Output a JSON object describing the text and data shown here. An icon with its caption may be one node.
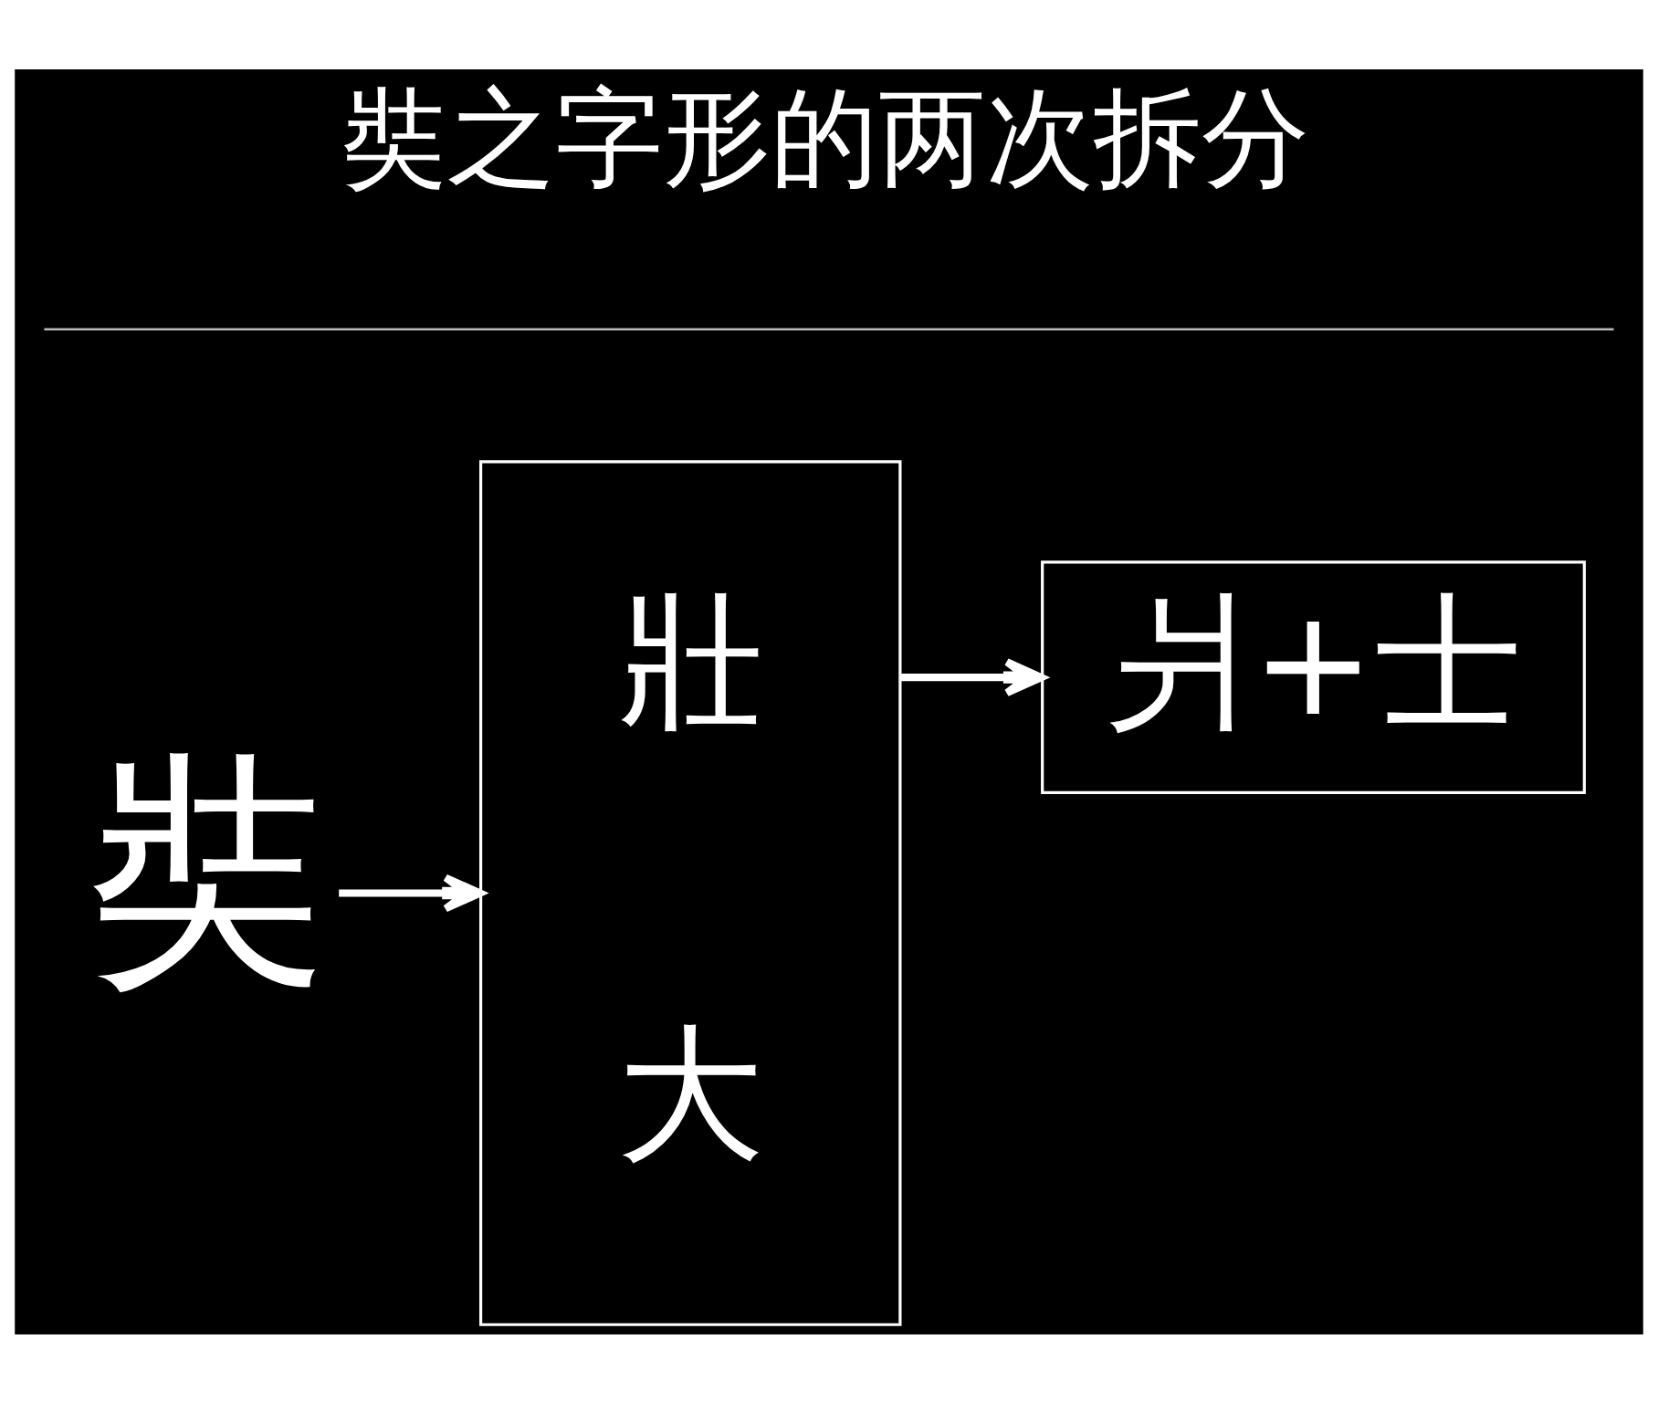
{
  "diagram": {
    "title": "奘之字形的两次拆分",
    "nodes": [
      {
        "text": [
          "奘"
        ]
      },
      {
        "text": [
          "壯",
          "大"
        ]
      },
      {
        "text": [
          "爿+士"
        ]
      }
    ],
    "edges": [
      {
        "from": 0,
        "to": 1,
        "arrow": "to"
      },
      {
        "from": 1,
        "to": 2,
        "arrow": "to"
      }
    ]
  }
}
